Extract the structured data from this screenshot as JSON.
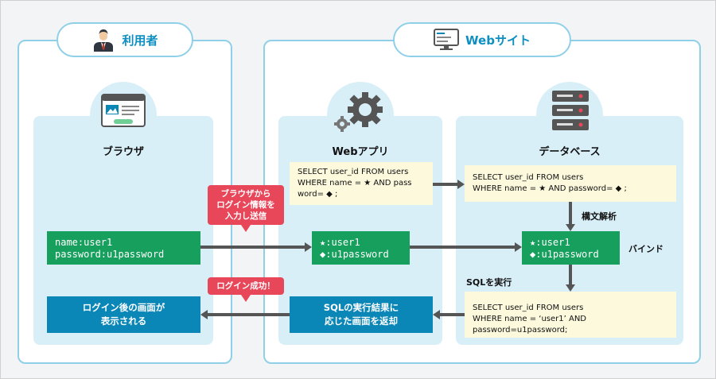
{
  "user_area": {
    "title": "利用者"
  },
  "website_area": {
    "title": "Webサイト"
  },
  "browser": {
    "title": "ブラウザ",
    "input_name": "name:user1",
    "input_password": "password:u1password",
    "result_lines": [
      "ログイン後の画面が",
      "表示される"
    ]
  },
  "webapp": {
    "title": "Webアプリ",
    "sql_template": [
      "SELECT user_id FROM users",
      "WHERE name = ★ AND pass",
      "word= ◆ ;"
    ],
    "param_star": "★:user1",
    "param_diamond": "◆:u1password",
    "return_lines": [
      "SQLの実行結果に",
      "応じた画面を返却"
    ]
  },
  "database": {
    "title": "データベース",
    "sql_template": [
      "SELECT user_id FROM users",
      "WHERE name = ★ AND password= ◆ ;"
    ],
    "param_star": "★:user1",
    "param_diamond": "◆:u1password",
    "sql_bound": [
      "SELECT user_id FROM users",
      "WHERE name = ‘user1’ AND password=u1password;"
    ]
  },
  "labels": {
    "parse": "構文解析",
    "bind": "バインド",
    "execute": "SQLを実行"
  },
  "bubbles": {
    "send_lines": [
      "ブラウザから",
      "ログイン情報を",
      "入力し送信"
    ],
    "success": "ログイン成功！"
  },
  "colors": {
    "accent_blue": "#0a86b7",
    "green": "#17a05d",
    "red": "#e8475a",
    "panel_border": "#8fd0e8",
    "panel_fill": "#d9eff8",
    "sql_fill": "#fdf9dd"
  }
}
